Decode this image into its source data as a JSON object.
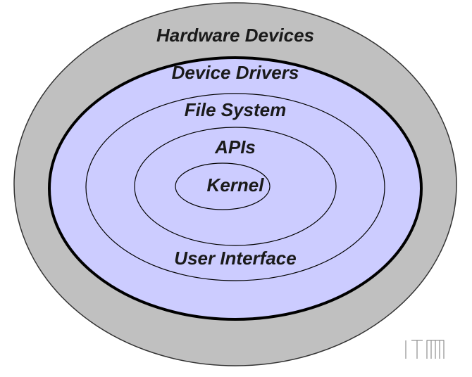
{
  "diagram": {
    "layers": [
      {
        "key": "hardware",
        "label": "Hardware Devices"
      },
      {
        "key": "drivers",
        "label": "Device Drivers"
      },
      {
        "key": "filesystem",
        "label": "File System"
      },
      {
        "key": "apis",
        "label": "APIs"
      },
      {
        "key": "kernel",
        "label": "Kernel"
      },
      {
        "key": "ui",
        "label": "User Interface"
      }
    ],
    "colors": {
      "outer_ring": "#c0c0c0",
      "inner_fill": "#ccccff",
      "stroke": "#000000",
      "text": "#1a1a1a"
    },
    "logo": {
      "text": "ITM"
    }
  }
}
